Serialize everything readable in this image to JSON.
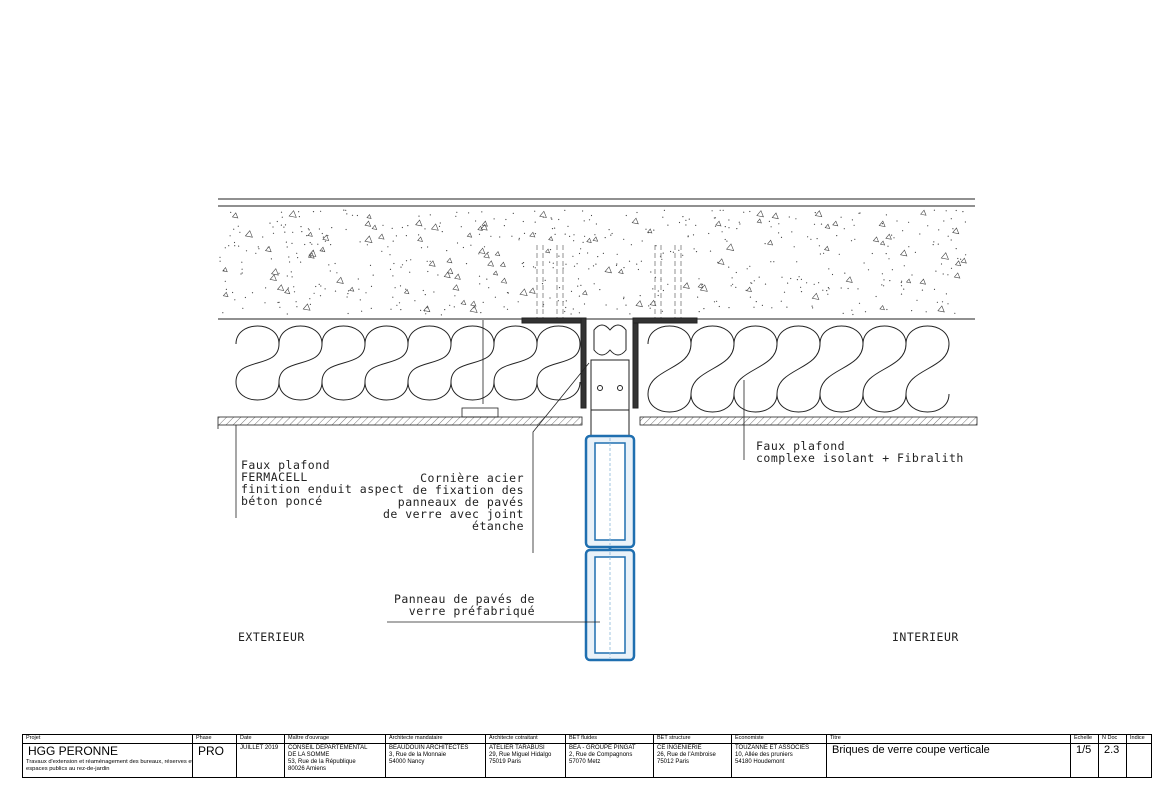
{
  "drawing": {
    "annotations": {
      "faux_plafond_left": [
        "Faux plafond",
        "FERMACELL",
        "finition enduit aspect",
        "béton poncé"
      ],
      "corniere": [
        "Cornière acier",
        "de fixation des",
        "panneaux de pavés",
        "de verre avec joint",
        "étanche"
      ],
      "faux_plafond_right": [
        "Faux plafond",
        "complexe isolant + Fibralith"
      ],
      "panneau": [
        "Panneau de pavés de",
        "verre préfabriqué"
      ],
      "exterieur": "EXTERIEUR",
      "interieur": "INTERIEUR"
    },
    "colors": {
      "glass_block": "#1f6fb0",
      "glass_inner": "#8ab6d8",
      "line": "#222222",
      "hatch": "#555555"
    }
  },
  "title_block": {
    "projet": {
      "header": "Projet",
      "name": "HGG PERONNE",
      "description": "Travaux d'extension et réaménagement des bureaux, réserves et espaces publics au rez-de-jardin"
    },
    "phase": {
      "header": "Phase",
      "value": "PRO"
    },
    "date": {
      "header": "Date",
      "value": "JUILLET 2019"
    },
    "maitre_ouvrage": {
      "header": "Maître d'ouvrage",
      "value": "CONSEIL DEPARTEMENTAL\nDE LA SOMME\n53, Rue de la République\n80026 Amiens"
    },
    "architecte_mandataire": {
      "header": "Architecte mandataire",
      "value": "BEAUDOUIN ARCHITECTES\n3, Rue de la Monnaie\n54000 Nancy"
    },
    "architecte_cotraitant": {
      "header": "Architecte cotraitant",
      "value": "ATELIER TARABUSI\n29, Rue Miguel Hidalgo\n75019 Paris"
    },
    "bet_fluides": {
      "header": "BET fluides",
      "value": "BEA - GROUPE PINGAT\n2, Rue de Compagnons\n57070 Metz"
    },
    "bet_structure": {
      "header": "BET structure",
      "value": "CE INGENIERIE\n26, Rue de l'Ambroise\n75012 Paris"
    },
    "economiste": {
      "header": "Economiste",
      "value": "TOUZANNE ET ASSOCIES\n10, Allée des pruniers\n54180 Houdemont"
    },
    "titre": {
      "header": "Titre",
      "value": "Briques de verre coupe verticale"
    },
    "echelle": {
      "header": "Echelle",
      "value": "1/5"
    },
    "n_doc": {
      "header": "N Doc",
      "value": "2.3"
    },
    "indice": {
      "header": "Indice",
      "value": ""
    }
  }
}
